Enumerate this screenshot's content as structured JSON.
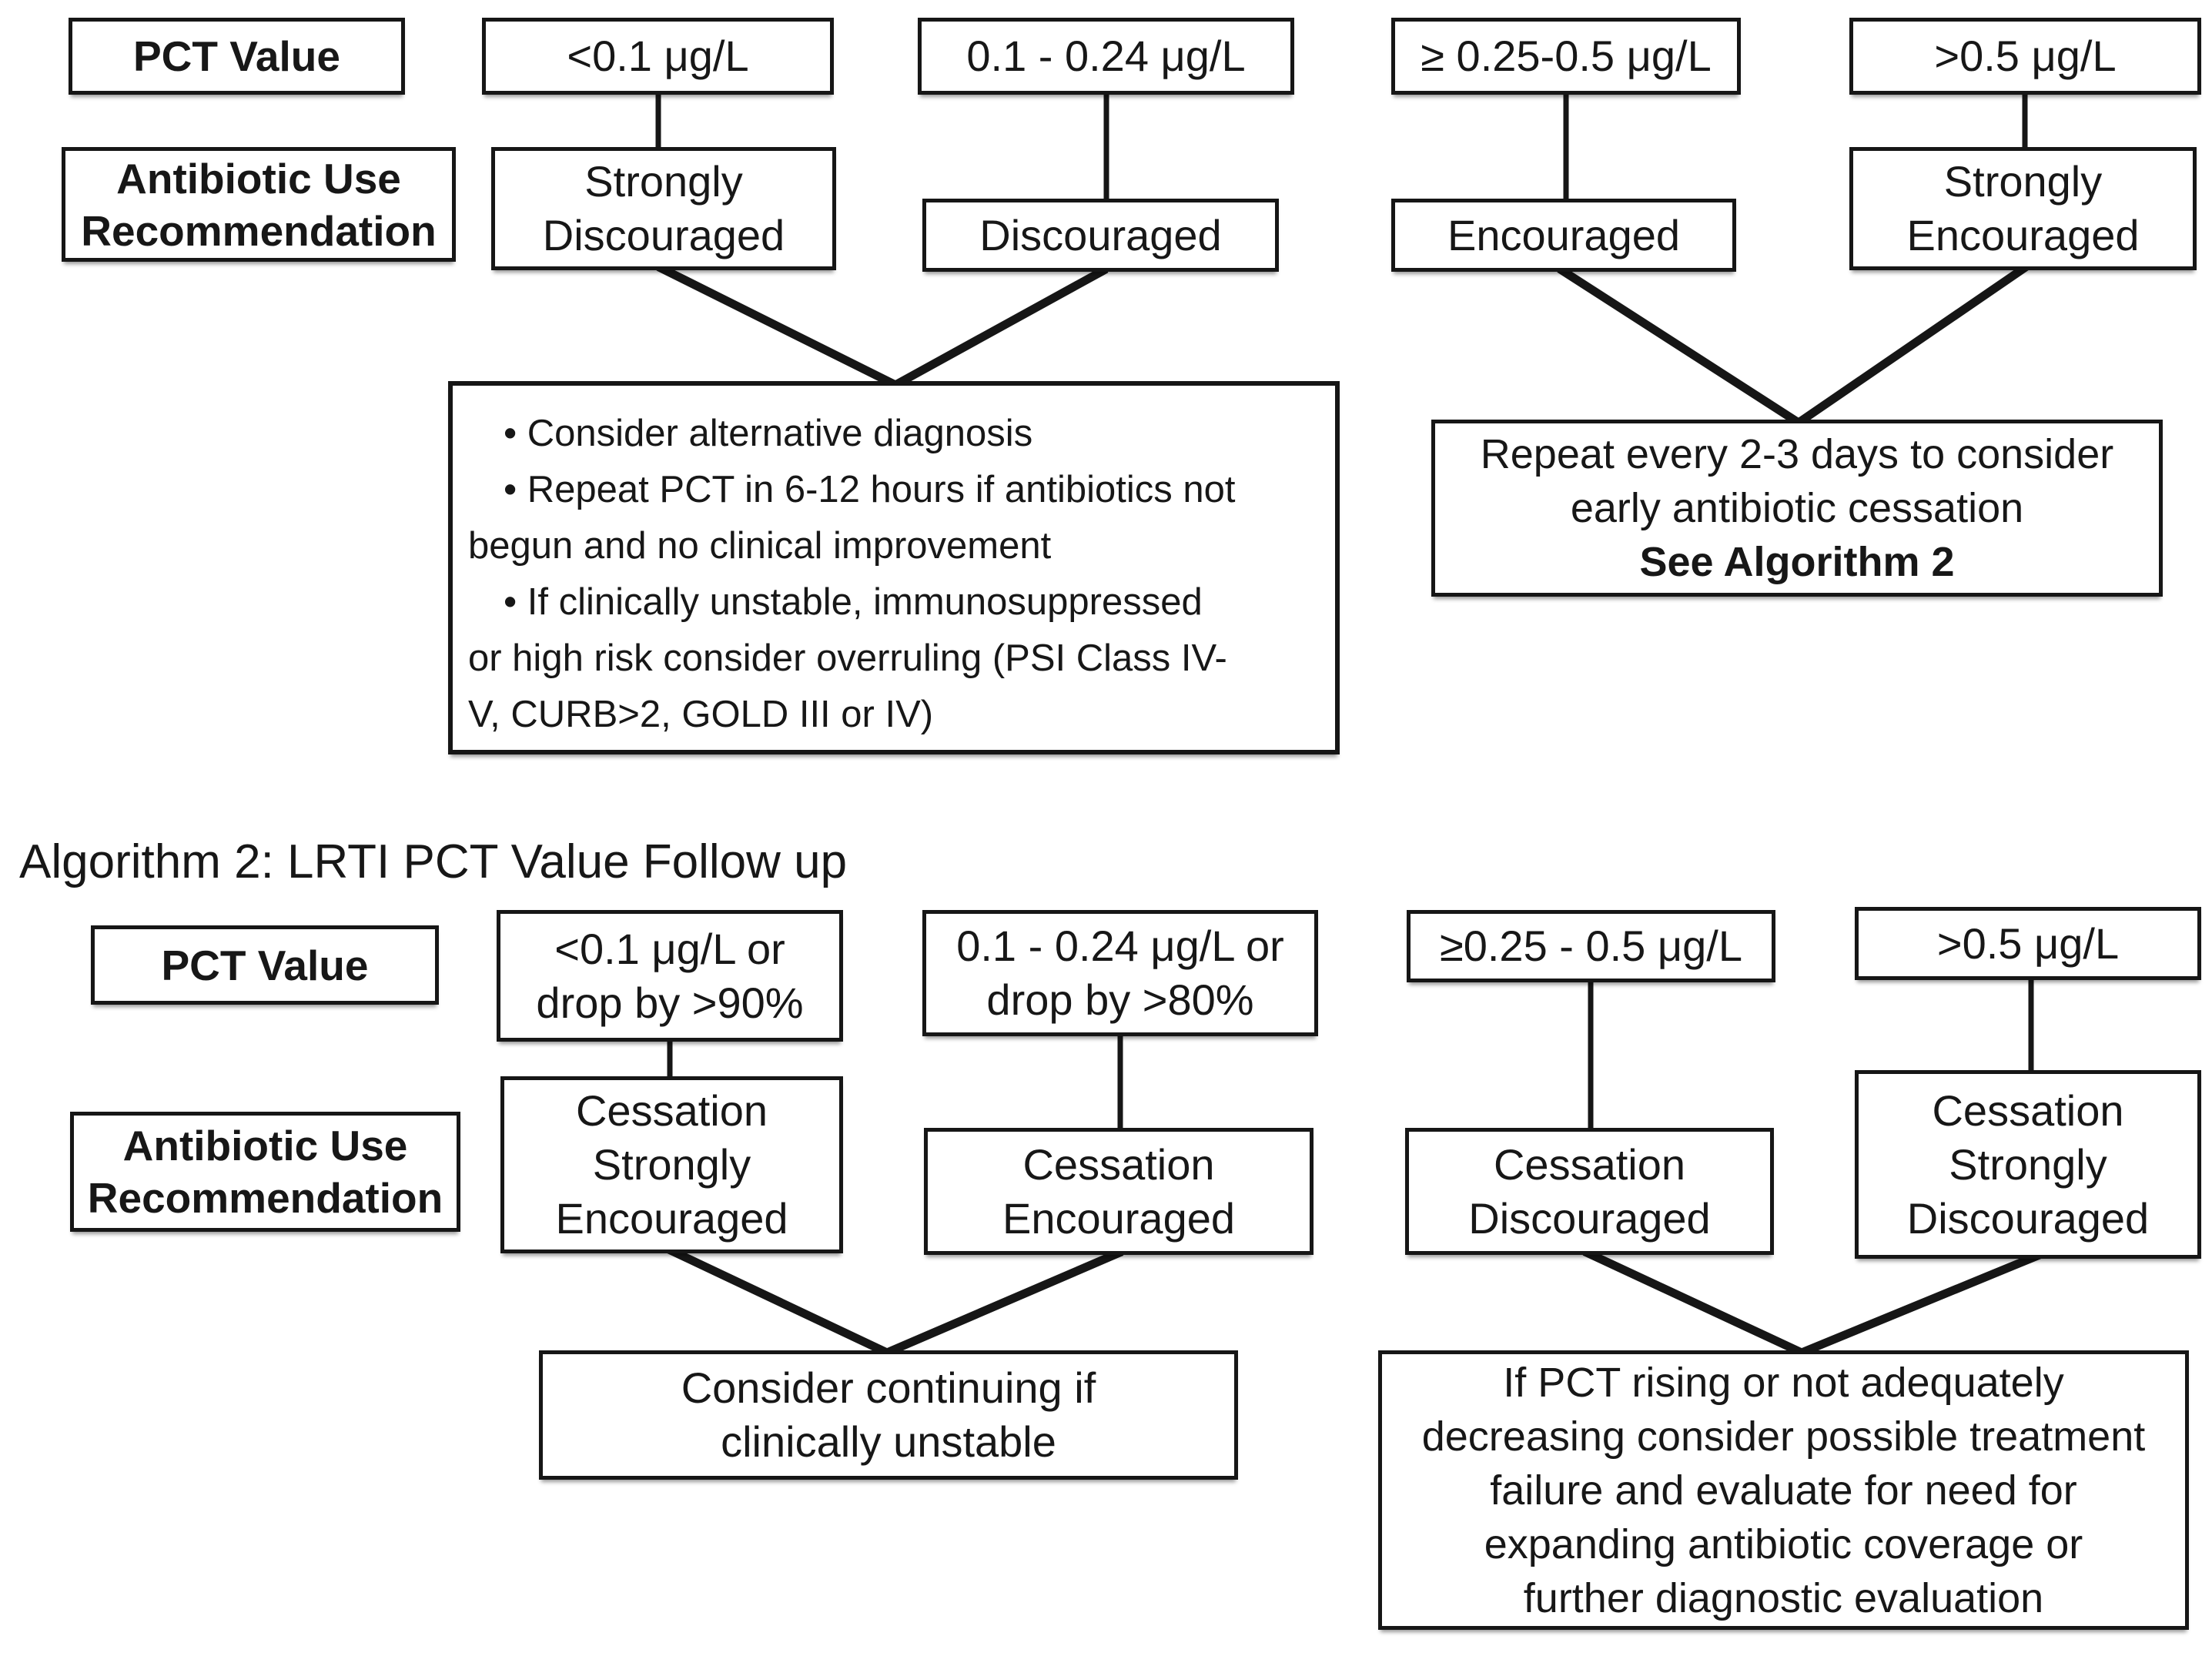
{
  "colors": {
    "ink": "#161616",
    "box_background": "#ffffff",
    "page_background": "#ffffff"
  },
  "algorithm1": {
    "row_labels": {
      "pct": "PCT Value",
      "recommendation_lines": [
        "Antibiotic Use",
        "Recommendation"
      ]
    },
    "columns": [
      {
        "value": "<0.1 μg/L",
        "recommendation_lines": [
          "Strongly",
          "Discouraged"
        ]
      },
      {
        "value": "0.1 - 0.24 μg/L",
        "recommendation_lines": [
          "Discouraged"
        ]
      },
      {
        "value": "≥ 0.25-0.5 μg/L",
        "recommendation_lines": [
          "Encouraged"
        ]
      },
      {
        "value": ">0.5 μg/L",
        "recommendation_lines": [
          "Strongly",
          "Encouraged"
        ]
      }
    ],
    "low_pct_actions": {
      "lines": [
        "• Consider alternative diagnosis",
        "• Repeat PCT in 6-12 hours if antibiotics not",
        "begun and no clinical improvement",
        "• If clinically unstable, immunosuppressed",
        "or high risk consider overruling (PSI Class IV-",
        "V, CURB>2, GOLD III or IV)"
      ]
    },
    "high_pct_actions": {
      "lines": [
        "Repeat every 2-3 days to consider",
        "early antibiotic cessation"
      ],
      "emphasis": "See Algorithm 2"
    }
  },
  "algorithm2": {
    "title": "Algorithm 2: LRTI PCT Value Follow up",
    "row_labels": {
      "pct": "PCT Value",
      "recommendation_lines": [
        "Antibiotic Use",
        "Recommendation"
      ]
    },
    "columns": [
      {
        "value_lines": [
          "<0.1 μg/L or",
          "drop by >90%"
        ],
        "recommendation_lines": [
          "Cessation",
          "Strongly",
          "Encouraged"
        ]
      },
      {
        "value_lines": [
          "0.1 - 0.24 μg/L or",
          "drop by >80%"
        ],
        "recommendation_lines": [
          "Cessation",
          "Encouraged"
        ]
      },
      {
        "value_lines": [
          "≥0.25 - 0.5 μg/L"
        ],
        "recommendation_lines": [
          "Cessation",
          "Discouraged"
        ]
      },
      {
        "value_lines": [
          ">0.5 μg/L"
        ],
        "recommendation_lines": [
          "Cessation",
          "Strongly",
          "Discouraged"
        ]
      }
    ],
    "low_pct_actions": {
      "lines": [
        "Consider continuing if",
        "clinically unstable"
      ]
    },
    "high_pct_actions": {
      "lines": [
        "If PCT rising or not adequately",
        "decreasing consider possible treatment",
        "failure and evaluate for need for",
        "expanding antibiotic coverage or",
        "further diagnostic evaluation"
      ]
    }
  }
}
